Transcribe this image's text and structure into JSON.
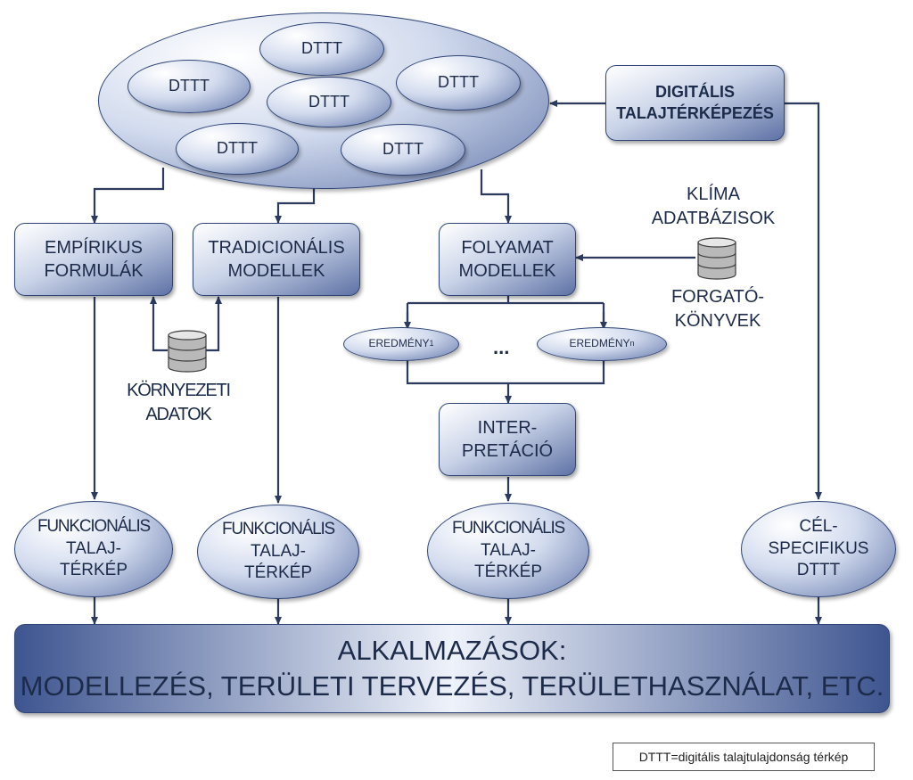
{
  "cloud": {
    "items": [
      "DTTT",
      "DTTT",
      "DTTT",
      "DTTT",
      "DTTT",
      "DTTT"
    ]
  },
  "digital": {
    "label": "DIGITÁLIS TALAJTÉRKÉPEZÉS"
  },
  "models": {
    "empirikus": "EMPÍRIKUS FORMULÁK",
    "tradicionalis": "TRADICIONÁLIS MODELLEK",
    "folyamat": "FOLYAMAT MODELLEK"
  },
  "klima": {
    "label": "KLÍMA ADATBÁZISOK"
  },
  "forgato": {
    "label": "FORGATÓ-KÖNYVEK"
  },
  "kornyezeti": {
    "label": "KÖRNYEZETI ADATOK"
  },
  "results": {
    "first": "EREDMÉNY",
    "first_sub": "1",
    "last": "EREDMÉNY",
    "last_sub": "n",
    "dots": "..."
  },
  "interpretacio": {
    "label": "INTER-PRETÁCIÓ"
  },
  "outputs": {
    "func1": {
      "l1": "FUNKCIONÁLIS",
      "l2": "TALAJ-",
      "l3": "TÉRKÉP"
    },
    "func2": {
      "l1": "FUNKCIONÁLIS",
      "l2": "TALAJ-",
      "l3": "TÉRKÉP"
    },
    "func3": {
      "l1": "FUNKCIONÁLIS",
      "l2": "TALAJ-",
      "l3": "TÉRKÉP"
    },
    "cel": {
      "l1": "CÉL-",
      "l2": "SPECIFIKUS",
      "l3": "DTTT"
    }
  },
  "applications": {
    "line1": "ALKALMAZÁSOK:",
    "line2": "MODELLEZÉS, TERÜLETI TERVEZÉS, TERÜLETHASZNÁLAT, ETC."
  },
  "legend": {
    "text": "DTTT=digitális talajtulajdonság térkép"
  },
  "colors": {
    "line": "#2b3a5e",
    "box_dark": "#5e72a5",
    "text": "#1d2b4a"
  },
  "icons": {
    "database": "database-icon"
  }
}
